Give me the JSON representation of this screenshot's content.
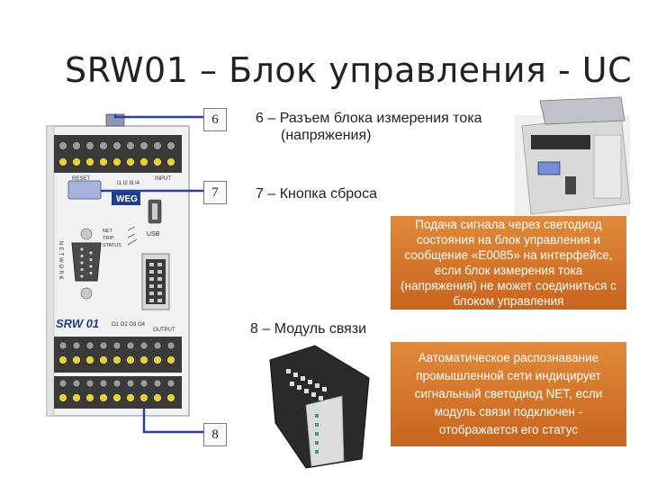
{
  "slide": {
    "title": "SRW01 – Блок управления - UC"
  },
  "callouts": {
    "c6": "6",
    "c7": "7",
    "c8": "8"
  },
  "descriptions": {
    "d6_line1": "6 – Разъем блока измерения тока",
    "d6_line2": "(напряжения)",
    "d7": "7 – Кнопка сброса",
    "d8": "8 – Модуль связи"
  },
  "info_boxes": {
    "box1": "Подача сигнала через светодиод состояния на блок управления и сообщение «E0085» на интерфейсе, если блок измерения тока (напряжения) не может соединиться с блоком управления",
    "box2": "Автоматическое распознавание промышленной сети индицирует сигнальный светодиод NET, если модуль связи подключен - отображается его статус"
  },
  "device": {
    "reset_label": "RESET",
    "input_label": "INPUT",
    "input_terminals": "I1 I2 I3 I4",
    "brand": "WEG",
    "usb_label": "USB",
    "net_label": "NET",
    "trip_label": "TRIP",
    "status_label": "STATUS",
    "network_label": "NETWORK",
    "model_label": "SRW 01",
    "output_terminals": "O1 O2 O3 O4",
    "output_label": "OUTPUT"
  },
  "colors": {
    "connector_line": "#2b3f9e",
    "orange_box": "#d2752a"
  }
}
